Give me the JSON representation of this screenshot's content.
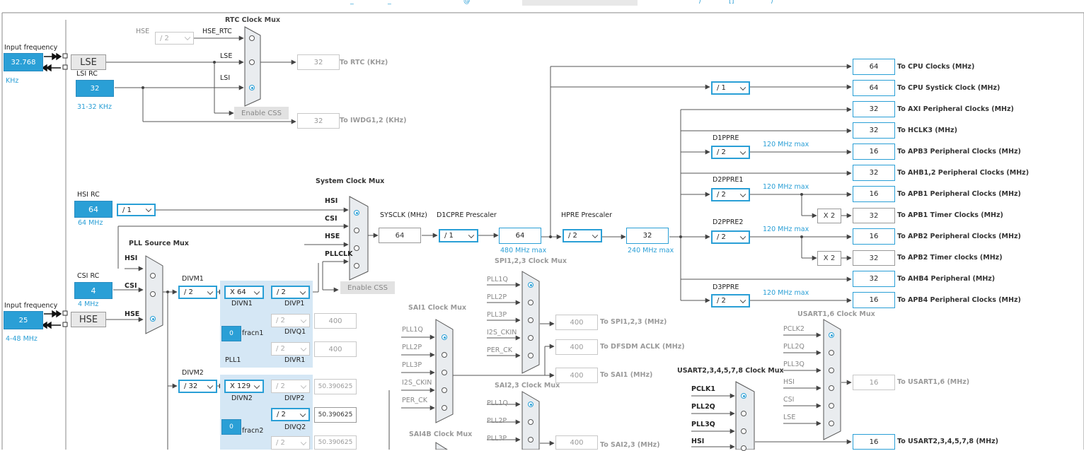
{
  "top": {
    "left_labels": [
      "_",
      "_",
      "@"
    ],
    "right_labels": [
      "/",
      "[]",
      "/"
    ]
  },
  "lse": {
    "input_title": "Input frequency",
    "input_value": "32.768",
    "unit": "KHz",
    "label": "LSE"
  },
  "lsi": {
    "title": "LSI RC",
    "value": "32",
    "range": "31-32 KHz"
  },
  "rtc": {
    "title": "RTC Clock Mux",
    "hse_label": "HSE",
    "div": "/ 2",
    "hse_rtc": "HSE_RTC",
    "lse_label": "LSE",
    "lsi_label": "LSI",
    "out_value": "32",
    "out_label": "To RTC (KHz)",
    "css_button": "Enable CSS",
    "iwdg_value": "32",
    "iwdg_label": "To IWDG1,2 (KHz)"
  },
  "hsi": {
    "title": "HSI RC",
    "value": "64",
    "freq": "64 MHz",
    "div": "/ 1"
  },
  "csi": {
    "title": "CSI RC",
    "value": "4",
    "freq": "4 MHz"
  },
  "hse": {
    "input_title": "Input frequency",
    "input_value": "25",
    "range": "4-48 MHz",
    "label": "HSE"
  },
  "sysmux": {
    "title": "System Clock Mux",
    "hsi": "HSI",
    "csi": "CSI",
    "hse": "HSE",
    "pllclk": "PLLCLK",
    "css_button": "Enable CSS"
  },
  "sysclk": {
    "label": "SYSCLK (MHz)",
    "value": "64"
  },
  "d1cpre": {
    "label": "D1CPRE Prescaler",
    "div": "/ 1",
    "value": "64",
    "max": "480 MHz max"
  },
  "hpre": {
    "label": "HPRE Prescaler",
    "div": "/ 2",
    "value": "32",
    "max": "240 MHz max"
  },
  "pllsrc": {
    "title": "PLL Source Mux",
    "hsi": "HSI",
    "csi": "CSI",
    "hse": "HSE"
  },
  "pll1": {
    "divm_label": "DIVM1",
    "divm": "/ 2",
    "divn": "X 64",
    "divn_label": "DIVN1",
    "divp": "/ 2",
    "divp_label": "DIVP1",
    "frac_value": "0",
    "frac_label": "fracn1",
    "divq": "/ 2",
    "divq_label": "DIVQ1",
    "divq_value": "400",
    "divr": "/ 2",
    "divr_label": "DIVR1",
    "divr_value": "400",
    "name": "PLL1"
  },
  "pll2": {
    "divm_label": "DIVM2",
    "divm": "/ 32",
    "divn": "X 129",
    "divn_label": "DIVN2",
    "divp": "/ 2",
    "divp_label": "DIVP2",
    "divp_value": "50.390625",
    "frac_value": "0",
    "frac_label": "fracn2",
    "divq": "/ 2",
    "divq_label": "DIVQ2",
    "divq_value": "50.390625",
    "divr": "/ 2",
    "divr_value": "50.390625"
  },
  "outputs": [
    {
      "value": "64",
      "label": "To CPU Clocks (MHz)"
    },
    {
      "value": "64",
      "label": "To CPU Systick Clock (MHz)"
    },
    {
      "value": "32",
      "label": "To AXI Peripheral Clocks (MHz)"
    },
    {
      "value": "32",
      "label": "To HCLK3 (MHz)"
    },
    {
      "value": "16",
      "label": "To APB3 Peripheral Clocks (MHz)"
    },
    {
      "value": "32",
      "label": "To AHB1,2 Peripheral Clocks (MHz)"
    },
    {
      "value": "16",
      "label": "To APB1 Peripheral Clocks (MHz)"
    },
    {
      "value": "32",
      "label": "To APB1 Timer Clocks (MHz)"
    },
    {
      "value": "16",
      "label": "To APB2 Peripheral Clocks (MHz)"
    },
    {
      "value": "32",
      "label": "To APB2 Timer clocks (MHz)"
    },
    {
      "value": "32",
      "label": "To AHB4 Peripheral (MHz)"
    },
    {
      "value": "16",
      "label": "To APB4 Peripheral Clocks (MHz)"
    }
  ],
  "systick_div": "/ 1",
  "d1ppre": {
    "label": "D1PPRE",
    "div": "/ 2",
    "max": "120 MHz max"
  },
  "d2ppre1": {
    "label": "D2PPRE1",
    "div": "/ 2",
    "max": "120 MHz max",
    "x2": "X 2"
  },
  "d2ppre2": {
    "label": "D2PPRE2",
    "div": "/ 2",
    "max": "120 MHz max",
    "x2": "X 2"
  },
  "d3ppre": {
    "label": "D3PPRE",
    "div": "/ 2",
    "max": "120 MHz max"
  },
  "spi123": {
    "title": "SPI1,2,3 Clock Mux",
    "inputs": [
      "PLL1Q",
      "PLL2P",
      "PLL3P",
      "I2S_CKIN",
      "PER_CK"
    ],
    "out_value": "400",
    "out_label": "To SPI1,2,3 (MHz)",
    "dfsdm_value": "400",
    "dfsdm_label": "To DFSDM ACLK (MHz)"
  },
  "sai1": {
    "title": "SAI1 Clock Mux",
    "inputs": [
      "PLL1Q",
      "PLL2P",
      "PLL3P",
      "I2S_CKIN",
      "PER_CK"
    ],
    "out_value": "400",
    "out_label": "To SAI1 (MHz)"
  },
  "sai23": {
    "title": "SAI2,3 Clock Mux",
    "inputs": [
      "PLL1Q",
      "PLL2P",
      "PLL3P"
    ],
    "out_value": "400",
    "out_label": "To SAI2,3 (MHz)"
  },
  "sai4b": {
    "title": "SAI4B Clock Mux"
  },
  "usart16": {
    "title": "USART1,6 Clock Mux",
    "inputs": [
      "PCLK2",
      "PLL2Q",
      "PLL3Q",
      "HSI",
      "CSI",
      "LSE"
    ],
    "out_value": "16",
    "out_label": "To USART1,6 (MHz)"
  },
  "usart2": {
    "title": "USART2,3,4,5,7,8 Clock Mux",
    "inputs": [
      "PCLK1",
      "PLL2Q",
      "PLL3Q",
      "HSI"
    ],
    "out_value": "16",
    "out_label": "To USART2,3,4,5,7,8 (MHz)"
  }
}
